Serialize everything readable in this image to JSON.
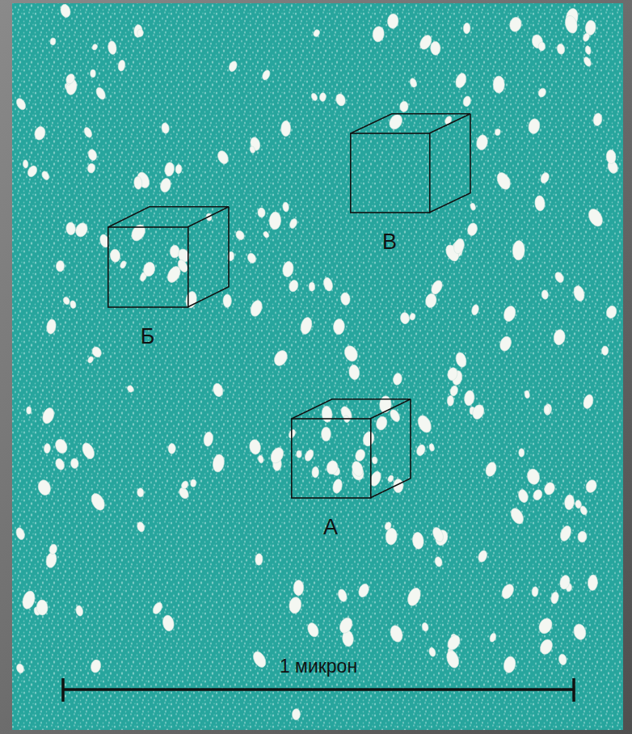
{
  "diagram": {
    "nodes": [
      {
        "text": [
          "В"
        ]
      },
      {
        "text": [
          "Б"
        ]
      },
      {
        "text": [
          "А"
        ]
      }
    ],
    "labels": [
      "1 микрон"
    ]
  }
}
